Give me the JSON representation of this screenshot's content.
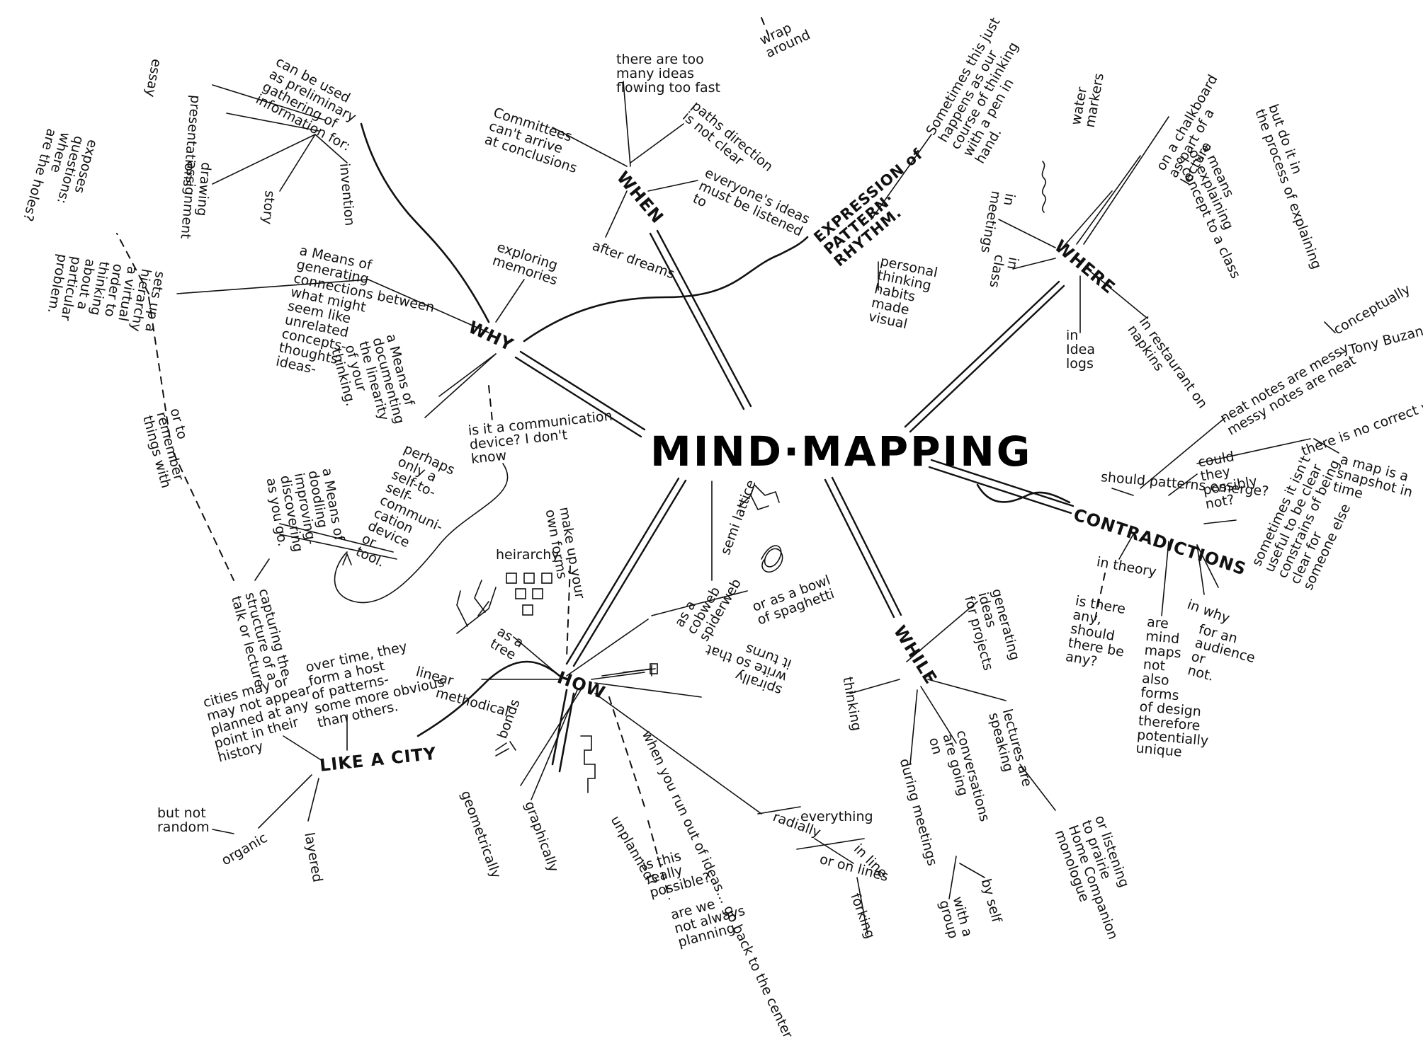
{
  "center": "MIND·MAPPING",
  "branches": {
    "why": "WHY",
    "when": "WHEN",
    "where": "WHERE",
    "how": "HOW",
    "while": "WHILE",
    "contradictions": "CONTRADICTIONS",
    "like_a_city": "LIKE A CITY",
    "expression": "EXPRESSION of\nPATTERN·\nRHYTHM."
  },
  "why": {
    "preliminary": "can be used\nas preliminary\ngathering of\ninformation for:",
    "essay": "essay",
    "presentations": "presentations",
    "drawing": "drawing\nassignment",
    "story": "story",
    "invention": "invention",
    "exploring": "exploring\nmemories",
    "generating": "a Means of\ngenerating\nconnections between\nwhat might\nseem like\nunrelated\nconcepts-\nthoughts-\nideas-",
    "documenting": "a Means of\ndocumenting\nthe linearity\nof your\nthinking.",
    "communication": "is it a communication\ndevice? I don't\nknow",
    "self": "perhaps\nonly a\nself-to-\nself-\ncommuni-\ncation\ndevice\nor\ntool.",
    "doodling": "a Means of\ndoodling\nimproving-\ndiscovering\nas you go.",
    "exposes": "exposes\nquestions:\nwhere\nare the holes?",
    "hierarchy": "sets up a\nhierarchy\na virtual\norder to\nthinking\nabout a\nparticular\nproblem.",
    "remember": "or to\nremember\nthings with",
    "capturing": "capturing the\nstructure of a\ntalk or lecture"
  },
  "when": {
    "too_many": "there are too\nmany ideas\nflowing too fast",
    "paths": "paths direction\nis not clear",
    "committees": "Committees\ncan't arrive\nat conclusions",
    "everyone": "everyone's ideas\nmust be listened\nto",
    "dreams": "after dreams",
    "wrap": "wrap\naround"
  },
  "expression": {
    "sometimes": "Sometimes this just\nhappens as our\ncourse of thinking\nwith a pen in\nhand.",
    "personal": "personal\nthinking\nhabits\nmade\nvisual"
  },
  "where": {
    "but_do_it": "but do it in\nthe process of explaining",
    "means_of": "a means\nof explaining\na concept to a class",
    "chalkboard": "on a chalkboard\nas part of a\nlecture",
    "meetings": "in\nmeetings",
    "water": "water\nmarkers",
    "class": "in\nclass",
    "idea_logs": "in\nIdea\nlogs",
    "restaurant": "in restaurant on\nnapkins"
  },
  "contradictions": {
    "neat": "neat notes are messy\nmessy notes are neat",
    "conceptually": "conceptually",
    "buzan": "- Tony Buzan",
    "no_correct": "there is no correct way",
    "snapshot": "a map is a\nsnapshot in\ntime",
    "patterns": "should patterns emerge?",
    "could": "could\nthey\npossibly\nnot?",
    "sometimes_useful": "sometimes it isn't\nuseful to be clear\nconstrains of being\nclear for\nsomeone else",
    "theory": "in theory",
    "is_there": "is there\nany,\nshould\nthere be\nany?",
    "mind_maps": "are\nmind\nmaps\nnot\nalso\nforms\nof design\ntherefore\npotentially\nunique",
    "in_why": "in why",
    "audience": "for an\naudience\nor\nnot."
  },
  "how": {
    "heirarchy": "heirarchy",
    "tree": "as a\ntree",
    "make_up": "make up your\nown forms",
    "semi_lattice": "semi lattice",
    "cobweb": "as a\ncobweb\nspiderweb",
    "spaghetti": "or as a bowl\nof spaghetti",
    "linear": "linear",
    "methodical": "methodical",
    "spirally": "spirally\nwrite so that\nit turns",
    "bonds": "bonds",
    "geometrically": "geometrically",
    "graphically": "graphically",
    "unplanned": "unplanned?",
    "possible": "is this\nreally\npossible?",
    "planning": "are we\nnot always\nplanning",
    "run_out": "when you run out of ideas... go back to the center",
    "radially": "radially",
    "everything": "everything",
    "in_line": "in line",
    "on_lines": "or on lines",
    "forking": "forking"
  },
  "city": {
    "over_time": "over time, they\nform a host\nof patterns-\nsome more obvious\nthan others.",
    "cities": "cities may or\nmay not appear\nplanned at any\npoint in their\nhistory",
    "not_random": "but not\nrandom",
    "organic": "organic",
    "layered": "layered"
  },
  "while": {
    "thinking": "thinking",
    "generating": "generating\nideas\nfor projects",
    "conversations": "conversations\nare going\non",
    "during": "during meetings",
    "with_group": "with a\ngroup",
    "by_self": "by self",
    "lectures": "lectures are\nspeaking",
    "listening": "or listening\nto prairie\nHome Companion\nmonologue"
  }
}
